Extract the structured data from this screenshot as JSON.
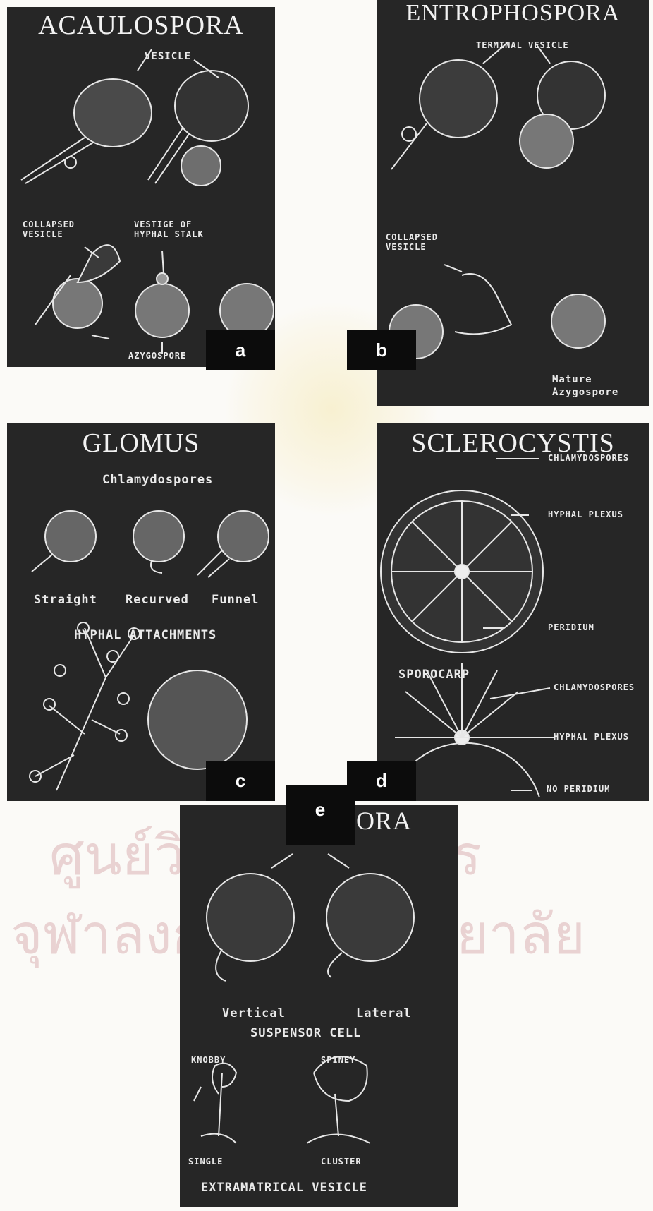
{
  "background_color": "#fbfaf7",
  "panel_color": "#262626",
  "panels": {
    "a": {
      "tag": "a",
      "title": "ACAULOSPORA",
      "labels": {
        "vesicle": "VESICLE",
        "collapsed_vesicle": [
          "COLLAPSED",
          "VESICLE"
        ],
        "vestige": [
          "VESTIGE OF",
          "HYPHAL STALK"
        ],
        "azygospore": "AZYGOSPORE"
      }
    },
    "b": {
      "tag": "b",
      "title": "ENTROPHOSPORA",
      "labels": {
        "terminal_vesicle": "TERMINAL VESICLE",
        "collapsed_vesicle": [
          "COLLAPSED",
          "VESICLE"
        ],
        "mature": [
          "Mature",
          "Azygospore"
        ]
      }
    },
    "c": {
      "tag": "c",
      "title": "GLOMUS",
      "labels": {
        "chlamydospores": "Chlamydospores",
        "straight": "Straight",
        "recurved": "Recurved",
        "funnel": "Funnel",
        "hyphal_attachments": "HYPHAL ATTACHMENTS"
      }
    },
    "d": {
      "tag": "d",
      "title": "SCLEROCYSTIS",
      "labels": {
        "chlamydospores_1": "CHLAMYDOSPORES",
        "hyphal_plexus_1": "HYPHAL PLEXUS",
        "peridium": "PERIDIUM",
        "sporocarp": "SPOROCARP",
        "chlamydospores_2": "CHLAMYDOSPORES",
        "hyphal_plexus_2": "HYPHAL PLEXUS",
        "no_peridium": "NO PERIDIUM"
      }
    },
    "e": {
      "tag": "e",
      "title_visible": "ORA",
      "labels": {
        "vertical": "Vertical",
        "lateral": "Lateral",
        "suspensor_cell": "SUSPENSOR CELL",
        "knobby": "KNOBBY",
        "spiney": "SPINEY",
        "single": "SINGLE",
        "cluster": "CLUSTER",
        "extramatrical_vesicle": "EXTRAMATRICAL VESICLE"
      }
    }
  }
}
